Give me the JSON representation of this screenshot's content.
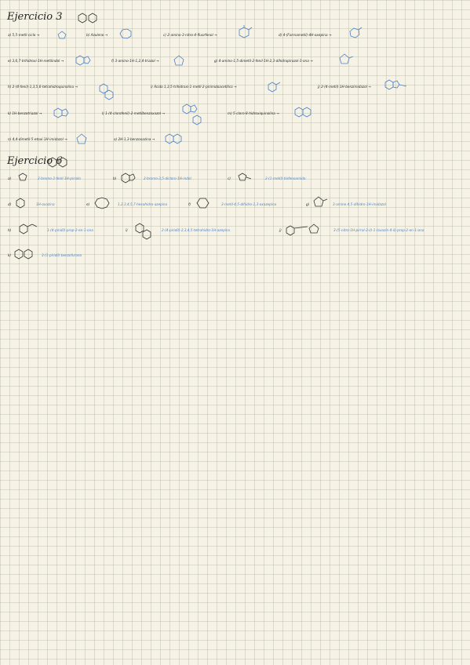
{
  "headings": {
    "ej3": "Ejercicio 3",
    "ej6": "Ejercicio 6"
  },
  "ej3_items": [
    "a) 5,5-metil-ciclo",
    "b) Azuleno",
    "c) 2-amino-3-nitro-4-fluorfenol",
    "d) 4-(Formametil)-4H-oxepina",
    "e) 3,6,7-trihidroxi-1H-metilindol",
    "f) 3-amino-1H-1,2,4-triazol",
    "g) 4-amino-1,5-dimetil-2-fenil-1H-2,3-dihidropirazol-3-ona",
    "h) 2-(4-fenil)-1,3,5,6-tetrahidroquinolina",
    "i) Ácido 1,3,5-trihidroxi-1-metil-2-pirimidoacetílico",
    "j) 2-(4-metil)-1H-benzimidazol",
    "k) 1H-benzotriazol",
    "l) 1-(4-clorofenil)-2-metilbenzoxazol",
    "m) 5-cloro-8-hidroxiquinolina",
    "n) 4,4-dimetil-5-etoxi-1H-imidazol",
    "o) 2H-1,3-benzoxazina"
  ],
  "ej6_items": [
    {
      "label": "a)",
      "answer": "2-bromo-3-fenil-1H-pirrolo"
    },
    {
      "label": "b)",
      "answer": "2-bromo-3,5-dicloro-1H-indol"
    },
    {
      "label": "c)",
      "answer": "2-(1-metil)-tiofenoamida"
    },
    {
      "label": "d)",
      "answer": "1H-oxazina"
    },
    {
      "label": "e)",
      "answer": "1,2,3,4,5,7-hexahidro-azepina"
    },
    {
      "label": "f)",
      "answer": "3-metil-4,5-dihidro-1,3-oxazepina"
    },
    {
      "label": "g)",
      "answer": "3-amino-4,5-dihidro-1H-imidazol"
    },
    {
      "label": "h)",
      "answer": "1-(4-piridil)-prop-2-en-1-ona"
    },
    {
      "label": "i)",
      "answer": "2-(4-piridil)-2,3,4,5-tetrahidro-1H-azepina"
    },
    {
      "label": "j)",
      "answer": "3-(5-nitro-1H-pirrol-2-il)-1-(oxazin-4-il)-prop-2-en-1-ona"
    },
    {
      "label": "k)",
      "answer": "3-(1-piridil)-benzofurano"
    }
  ]
}
